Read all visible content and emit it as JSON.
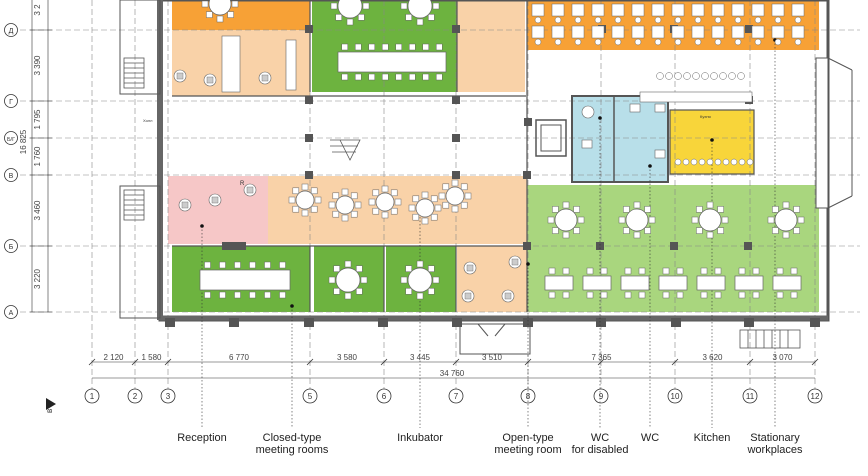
{
  "legend": [
    {
      "key": "reception",
      "lines": [
        "Reception"
      ],
      "axis": "3"
    },
    {
      "key": "closed_meeting",
      "lines": [
        "Closed-type",
        "meeting rooms"
      ],
      "axis": "5"
    },
    {
      "key": "inkubator",
      "lines": [
        "Inkubator"
      ],
      "axis": "6"
    },
    {
      "key": "open_meeting",
      "lines": [
        "Open-type",
        "meeting room"
      ],
      "axis": "8"
    },
    {
      "key": "wc_disabled",
      "lines": [
        "WC",
        "for disabled"
      ],
      "axis": "9"
    },
    {
      "key": "wc",
      "lines": [
        "WC"
      ],
      "axis": "9.6"
    },
    {
      "key": "kitchen",
      "lines": [
        "Kitchen"
      ],
      "axis": "10"
    },
    {
      "key": "stationary",
      "lines": [
        "Stationary",
        "workplaces"
      ],
      "axis": "11"
    }
  ],
  "column_axes": [
    "1",
    "2",
    "3",
    "5",
    "6",
    "7",
    "8",
    "9",
    "10",
    "11",
    "12"
  ],
  "row_axes": [
    {
      "label": "Д",
      "dim_below": "3 390"
    },
    {
      "label": "Г",
      "dim_below": "1 795"
    },
    {
      "label": "Б/Г",
      "dim_below": "1 760"
    },
    {
      "label": "В",
      "dim_below": "3 460"
    },
    {
      "label": "Б",
      "dim_below": "3 220"
    },
    {
      "label": "А",
      "dim_below": ""
    }
  ],
  "total_vertical_dim": "16 825",
  "top_partial_dim": "3 2",
  "column_dims": [
    "2 120",
    "1 580",
    "6 770",
    "3 580",
    "3 445",
    "3 510",
    "7 365",
    "3 620",
    "3 070"
  ],
  "total_horizontal_dim": "34 760",
  "room_labels": {
    "kitchen": "Кухня",
    "lobby": "Холл",
    "reception_sign": "R"
  },
  "north_arrow": "в",
  "colors": {
    "orange": "#f7a136",
    "light_orange": "#f9d2a8",
    "green": "#6db33f",
    "light_green": "#a9d67e",
    "pink": "#f6c7c7",
    "blue": "#b8dfe9",
    "yellow": "#f8d53a",
    "wall": "#555555"
  }
}
